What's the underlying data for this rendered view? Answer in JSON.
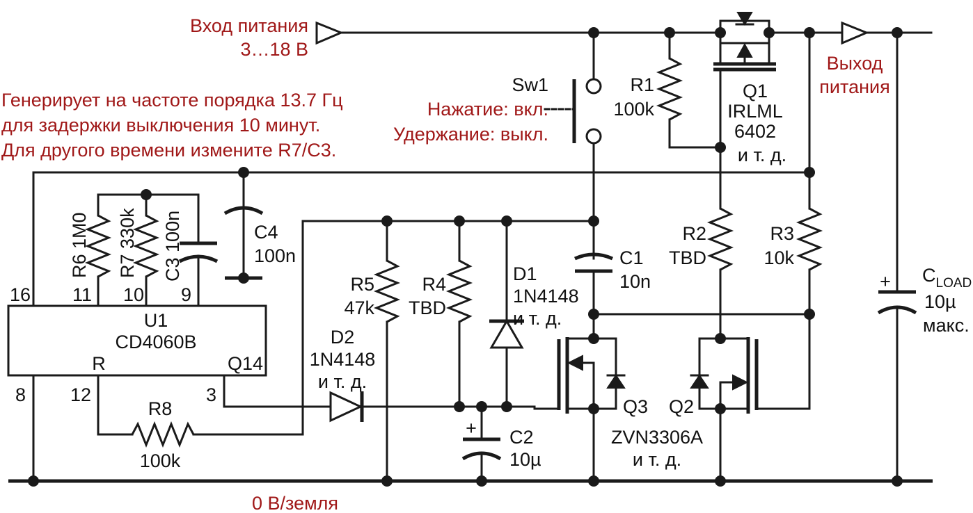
{
  "labels": {
    "vin_line1": "Вход питания",
    "vin_line2": "3…18 В",
    "vout_line1": "Выход",
    "vout_line2": "питания",
    "note_line1": "Генерирует на частоте порядка 13.7 Гц",
    "note_line2": "для задержки выключения 10 минут.",
    "note_line3": "Для другого времени измените R7/C3.",
    "ground": "0 В/земля",
    "sw1_name": "Sw1",
    "sw1_press": "Нажатие: вкл.",
    "sw1_hold": "Удержание: выкл."
  },
  "components": {
    "r1": {
      "name": "R1",
      "value": "100k"
    },
    "q1": {
      "name": "Q1",
      "part1": "IRLML",
      "part2": "6402",
      "etc": "и т. д."
    },
    "r2": {
      "name": "R2",
      "value": "TBD"
    },
    "r3": {
      "name": "R3",
      "value": "10k"
    },
    "c1": {
      "name": "C1",
      "value": "10n"
    },
    "cload": {
      "name": "C",
      "sub": "LOAD",
      "value": "10µ",
      "note": "макс."
    },
    "c4": {
      "name": "C4",
      "value": "100n"
    },
    "r6": {
      "name": "R6",
      "value": "1M0"
    },
    "r7": {
      "name": "R7",
      "value": "330k"
    },
    "c3": {
      "name": "C3",
      "value": "100n"
    },
    "u1": {
      "name": "U1",
      "part": "CD4060B",
      "pin_r": "R",
      "pin_q14": "Q14"
    },
    "pins": {
      "p16": "16",
      "p11": "11",
      "p10": "10",
      "p9": "9",
      "p8": "8",
      "p12": "12",
      "p3": "3"
    },
    "r8": {
      "name": "R8",
      "value": "100k"
    },
    "d2": {
      "name": "D2",
      "part": "1N4148",
      "etc": "и т. д."
    },
    "r5": {
      "name": "R5",
      "value": "47k"
    },
    "r4": {
      "name": "R4",
      "value": "TBD"
    },
    "d1": {
      "name": "D1",
      "part": "1N4148",
      "etc": "и т. д."
    },
    "c2": {
      "name": "C2",
      "value": "10µ",
      "plus": "+"
    },
    "q3": {
      "name": "Q3"
    },
    "q2": {
      "name": "Q2"
    },
    "q23": {
      "part": "ZVN3306A",
      "etc": "и т. д."
    },
    "cload_plus": "+"
  },
  "colors": {
    "annotation": "#a01818",
    "wire": "#1a1a1a"
  }
}
